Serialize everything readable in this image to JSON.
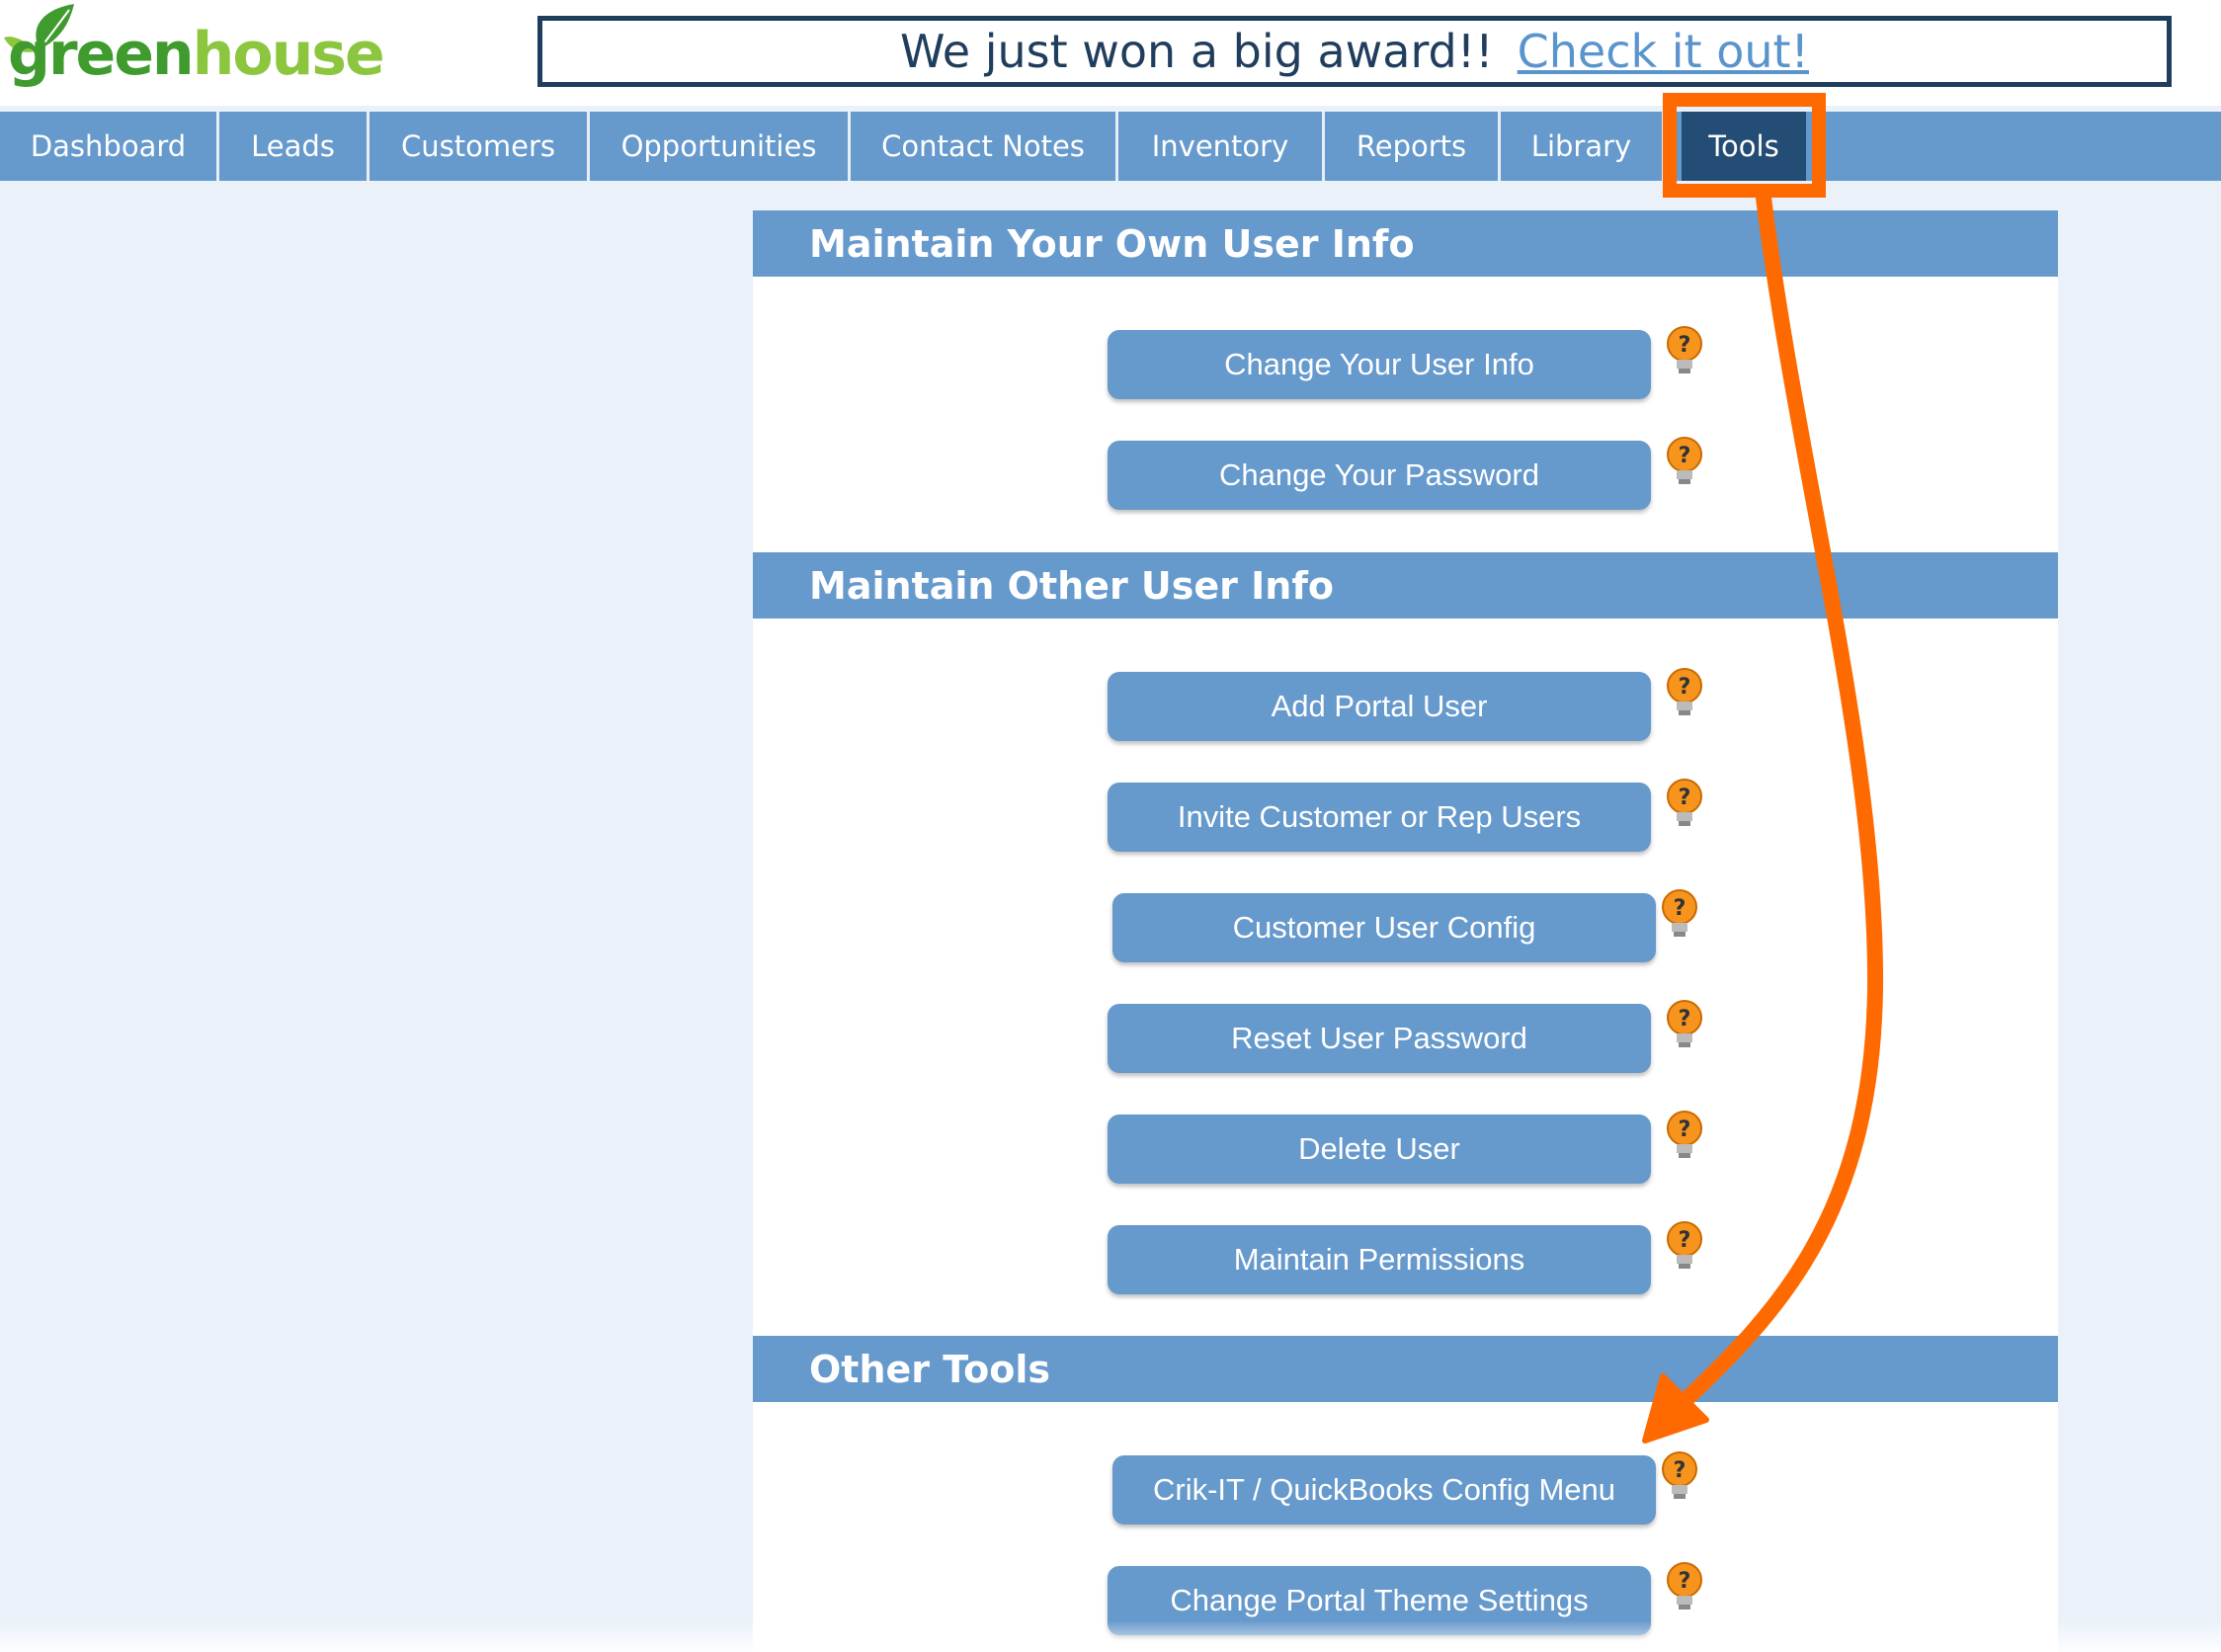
{
  "header": {
    "logo_text_green": "green",
    "logo_text_light": "house",
    "banner_text": "We just won a big award!!",
    "banner_link": "Check it out!"
  },
  "nav": {
    "items": [
      {
        "label": "Dashboard"
      },
      {
        "label": "Leads"
      },
      {
        "label": "Customers"
      },
      {
        "label": "Opportunities"
      },
      {
        "label": "Contact Notes"
      },
      {
        "label": "Inventory"
      },
      {
        "label": "Reports"
      },
      {
        "label": "Library"
      },
      {
        "label": "Tools",
        "active": true
      }
    ]
  },
  "sections": [
    {
      "title": "Maintain Your Own User Info",
      "buttons": [
        "Change Your User Info",
        "Change Your Password"
      ]
    },
    {
      "title": "Maintain Other User Info",
      "buttons": [
        "Add Portal User",
        "Invite Customer or Rep Users",
        "Customer User Config",
        "Reset User Password",
        "Delete User",
        "Maintain Permissions"
      ]
    },
    {
      "title": "Other Tools",
      "buttons": [
        "Crik-IT / QuickBooks Config Menu",
        "Change Portal Theme Settings"
      ]
    }
  ],
  "colors": {
    "nav_bg": "#6699cc",
    "nav_active": "#234d74",
    "annotation": "#ff6a00",
    "help_icon": "#f7941d"
  }
}
